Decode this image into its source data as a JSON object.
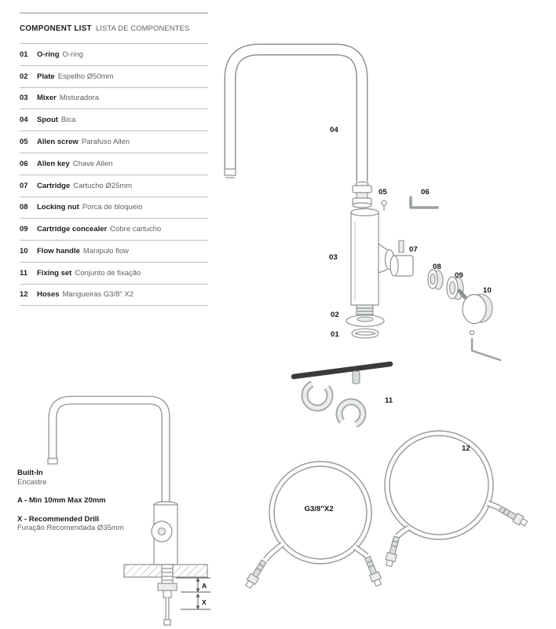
{
  "component_list": {
    "title_en": "COMPONENT LIST",
    "title_pt": "LISTA DE COMPONENTES",
    "items": [
      {
        "num": "01",
        "en": "O-ring",
        "pt": "O-ring"
      },
      {
        "num": "02",
        "en": "Plate",
        "pt": "Espelho Ø50mm"
      },
      {
        "num": "03",
        "en": "Mixer",
        "pt": "Misturadora"
      },
      {
        "num": "04",
        "en": "Spout",
        "pt": "Bica"
      },
      {
        "num": "05",
        "en": "Allen screw",
        "pt": "Parafuso Allen"
      },
      {
        "num": "06",
        "en": "Allen key",
        "pt": "Chave Allen"
      },
      {
        "num": "07",
        "en": "Cartridge",
        "pt": "Cartucho Ø25mm"
      },
      {
        "num": "08",
        "en": "Locking nut",
        "pt": "Porca de bloqueio"
      },
      {
        "num": "09",
        "en": "Cartridge concealer",
        "pt": "Cobre cartucho"
      },
      {
        "num": "10",
        "en": "Flow handle",
        "pt": "Manipulo flow"
      },
      {
        "num": "11",
        "en": "Fixing set",
        "pt": "Conjunto de fixação"
      },
      {
        "num": "12",
        "en": "Hoses",
        "pt": "Mangueiras G3/8\" X2"
      }
    ]
  },
  "built_in": {
    "title_en": "Built-In",
    "title_pt": "Encastre",
    "note_a": "A - Min 10mm Max 20mm",
    "note_x_en": "X - Recommended Drill",
    "note_x_pt": "Furação Recomendada Ø35mm"
  },
  "diagram": {
    "p01": "01",
    "p02": "02",
    "p03": "03",
    "p04": "04",
    "p05": "05",
    "p06": "06",
    "p07": "07",
    "p08": "08",
    "p09": "09",
    "p10": "10",
    "p11": "11",
    "p12": "12",
    "hose_spec": "G3/8\"X2",
    "dim_a": "A",
    "dim_x": "X"
  },
  "colors": {
    "line_gray": "#8d9091",
    "dark_bar": "#3b3b3b",
    "text": "#1c1c1c"
  }
}
